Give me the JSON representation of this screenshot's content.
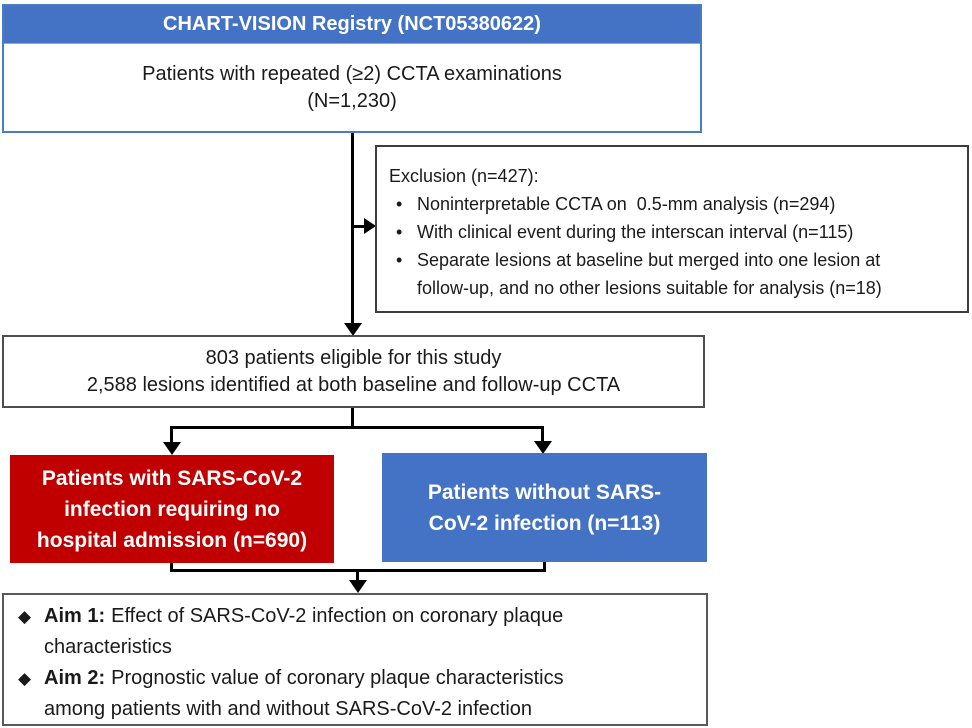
{
  "colors": {
    "header_blue": "#4472C4",
    "group_blue": "#4472C4",
    "group_red": "#C00000",
    "registry_border": "#4C7BC0",
    "neutral_border": "#4D4D4D",
    "arrow": "#000000",
    "body_text": "#1A1A1A",
    "inverse_text": "#FFFFFF"
  },
  "registry_box": {
    "header": "CHART-VISION Registry (NCT05380622)",
    "lines": [
      "Patients with repeated (≥2) CCTA examinations",
      "(N=1,230)"
    ]
  },
  "exclusion_box": {
    "title": "Exclusion (n=427):",
    "bullet": "•",
    "items": [
      {
        "lines": [
          "Noninterpretable CCTA on  0.5-mm analysis (n=294)"
        ]
      },
      {
        "lines": [
          "With clinical event during the interscan interval (n=115)"
        ]
      },
      {
        "lines": [
          "Separate lesions at baseline but merged into one lesion at",
          "follow-up, and no other lesions suitable for analysis (n=18)"
        ]
      }
    ]
  },
  "eligible_box": {
    "lines": [
      "803 patients eligible for this study",
      "2,588 lesions identified at both baseline and follow-up CCTA"
    ]
  },
  "covid_box": {
    "lines": [
      "Patients with SARS-CoV-2",
      "infection requiring no",
      "hospital admission (n=690)"
    ]
  },
  "control_box": {
    "lines": [
      "Patients without SARS-",
      "CoV-2 infection (n=113)"
    ]
  },
  "aims_box": {
    "bullet": "◆",
    "items": [
      {
        "label": "Aim 1:",
        "lines": [
          "Effect of SARS-CoV-2 infection on coronary plaque",
          "characteristics"
        ]
      },
      {
        "label": "Aim 2:",
        "lines": [
          "Prognostic value of coronary plaque characteristics",
          "among patients with and without SARS-CoV-2 infection"
        ]
      }
    ]
  }
}
